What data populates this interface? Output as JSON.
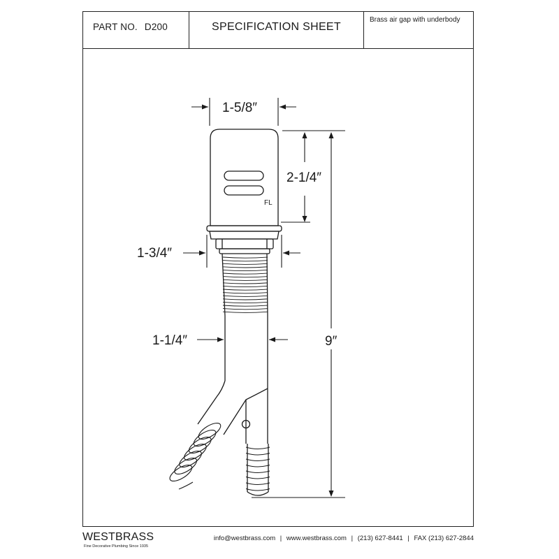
{
  "header": {
    "part_label": "PART NO.",
    "part_number": "D200",
    "title": "SPECIFICATION SHEET",
    "description": "Brass air gap with underbody"
  },
  "diagram": {
    "dimensions": {
      "top_width": "1-5/8″",
      "cap_height": "2-1/4″",
      "flange_width": "1-3/4″",
      "body_width": "1-1/4″",
      "overall_height": "9″"
    },
    "finish_label": "FL"
  },
  "footer": {
    "brand": "WESTBRASS",
    "tagline": "Fine Decorative Plumbing Since 1935",
    "email": "info@westbrass.com",
    "website": "www.westbrass.com",
    "phone": "(213) 627-8441",
    "fax": "FAX (213) 627-2844",
    "separator": "|"
  }
}
